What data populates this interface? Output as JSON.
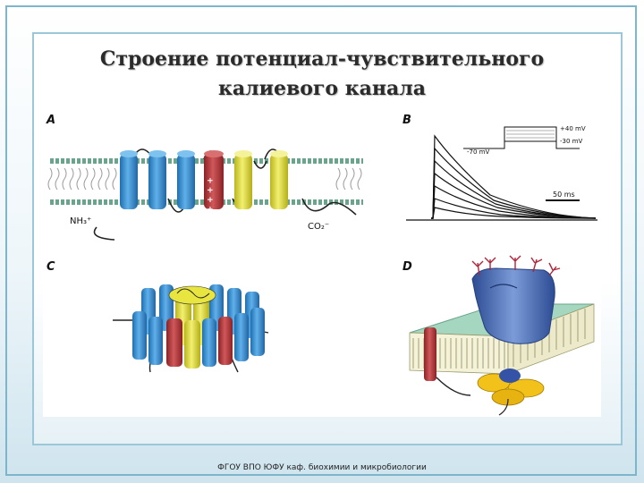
{
  "slide": {
    "title_line1": "Строение потенциал-чувствительного",
    "title_line2": "калиевого канала",
    "footer": "ФГОУ ВПО ЮФУ  каф. биохимии и микробиологии"
  },
  "figure": {
    "panel_a": {
      "label": "A",
      "n_terminus": "NH₃⁺",
      "c_terminus": "CO₂⁻",
      "charges": "+ + + +"
    },
    "panel_b": {
      "label": "B",
      "holding_potential": "-70 mV",
      "step_high": "+40 mV",
      "step_low": "-30 mV",
      "scale_bar": "50 ms"
    },
    "panel_c": {
      "label": "C"
    },
    "panel_d": {
      "label": "D"
    }
  },
  "colors": {
    "helix_blue": "#3a8fd0",
    "helix_red": "#b2363a",
    "helix_yellow": "#e2df3a",
    "lipid_head": "#8fcab0",
    "frame": "#7fb5cb"
  }
}
